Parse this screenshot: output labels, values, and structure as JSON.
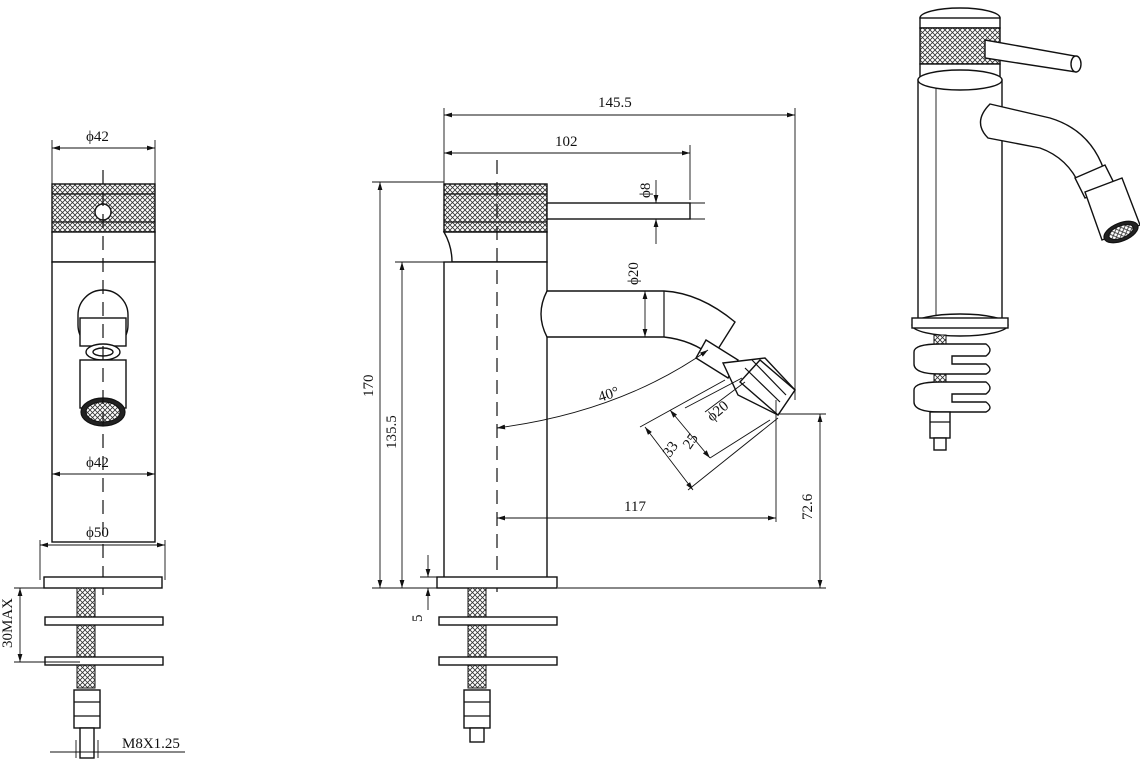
{
  "front_view": {
    "dim_top_diameter": "ϕ42",
    "dim_body_diameter": "ϕ42",
    "dim_base_diameter": "ϕ50",
    "dim_clamp": "30MAX",
    "dim_thread": "M8X1.25"
  },
  "side_view": {
    "dim_total_reach": "145.5",
    "dim_lever_reach": "102",
    "dim_lever_diameter": "ϕ8",
    "dim_spout_diameter": "ϕ20",
    "dim_nozzle_diameter": "ϕ20",
    "dim_angle": "40°",
    "dim_nozzle_length_25": "25",
    "dim_nozzle_length_33": "33",
    "dim_total_height": "170",
    "dim_body_height": "135.5",
    "dim_spout_projection": "117",
    "dim_outlet_height": "72.6",
    "dim_base_thickness": "5"
  }
}
